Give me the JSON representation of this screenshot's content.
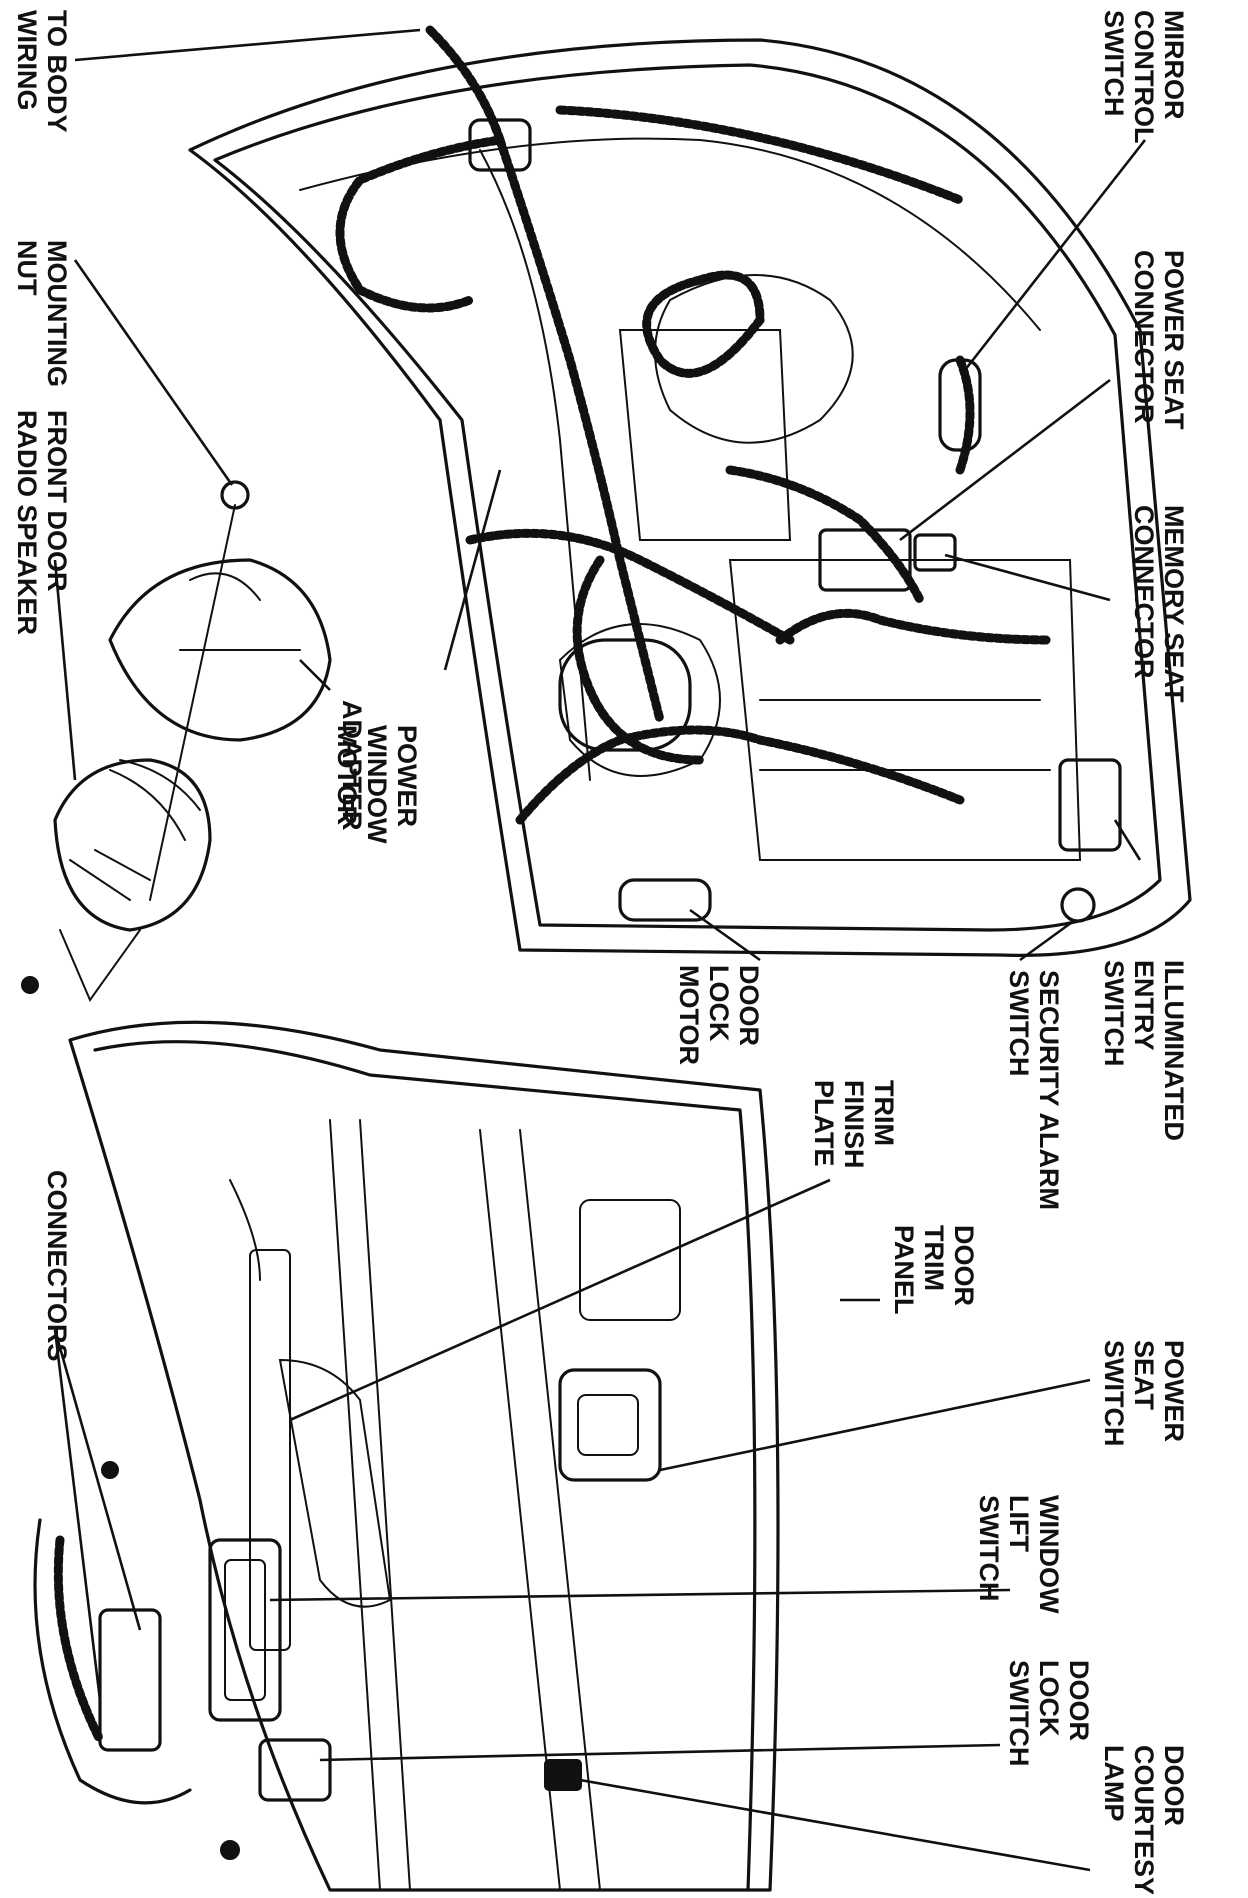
{
  "labels": {
    "to_body_wiring": [
      "TO BODY",
      "WIRING"
    ],
    "mounting_nut": [
      "MOUNTING",
      "NUT"
    ],
    "front_door_radio_speaker": [
      "FRONT DOOR",
      "RADIO SPEAKER"
    ],
    "adapter": [
      "ADAPTER"
    ],
    "power_window_motor": [
      "POWER",
      "WINDOW",
      "MOTOR"
    ],
    "door_lock_motor": [
      "DOOR",
      "LOCK",
      "MOTOR"
    ],
    "mirror_control_switch": [
      "MIRROR",
      "CONTROL",
      "SWITCH"
    ],
    "power_seat_connector": [
      "POWER SEAT",
      "CONNECTOR"
    ],
    "memory_seat_connector": [
      "MEMORY SEAT",
      "CONNECTOR"
    ],
    "illuminated_entry_switch": [
      "ILLUMINATED",
      "ENTRY",
      "SWITCH"
    ],
    "security_alarm_switch": [
      "SECURITY ALARM",
      "SWITCH"
    ],
    "trim_finish_plate": [
      "TRIM",
      "FINISH",
      "PLATE"
    ],
    "door_trim_panel": [
      "DOOR",
      "TRIM",
      "PANEL"
    ],
    "power_seat_switch": [
      "POWER",
      "SEAT",
      "SWITCH"
    ],
    "window_lift_switch": [
      "WINDOW",
      "LIFT",
      "SWITCH"
    ],
    "door_lock_switch": [
      "DOOR",
      "LOCK",
      "SWITCH"
    ],
    "door_courtesy_lamp": [
      "DOOR",
      "COURTESY",
      "LAMP"
    ],
    "connectors": [
      "CONNECTORS"
    ]
  }
}
